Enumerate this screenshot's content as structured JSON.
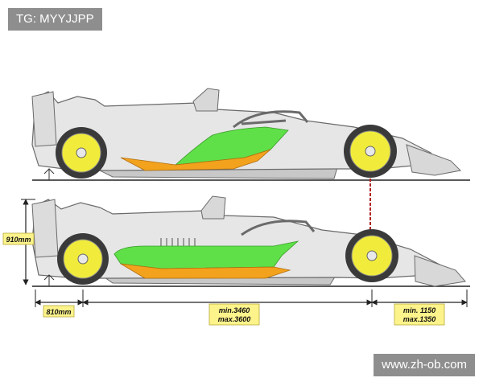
{
  "watermarks": {
    "top_left": "TG: MYYJJPP",
    "bottom_right": "www.zh-ob.com"
  },
  "dimensions": {
    "height": "910mm",
    "rear_overhang": "810mm",
    "wheelbase_min": "min.3460",
    "wheelbase_max": "max.3600",
    "front_min": "min. 1150",
    "front_max": "max.1350"
  },
  "colors": {
    "body_fill": "#e6e6e6",
    "body_stroke": "#6a6a6a",
    "green": "#5fe048",
    "orange": "#f2a21d",
    "wheel_yellow": "#f1ec3c",
    "label_box": "#fcf38b",
    "axle_marker": "#b22222"
  }
}
